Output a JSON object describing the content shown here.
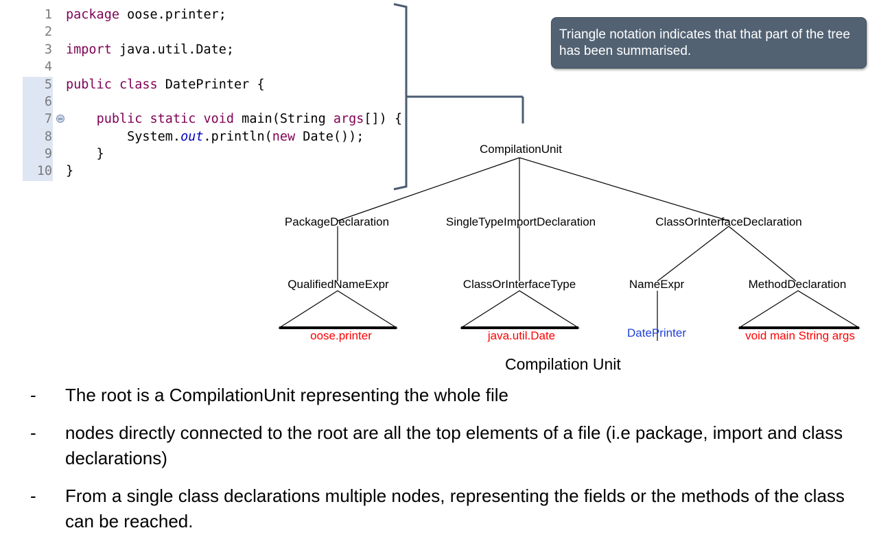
{
  "code": {
    "lines": [
      {
        "n": "1",
        "parts": [
          {
            "t": "package",
            "c": "kw"
          },
          {
            "t": " oose.printer;",
            "c": ""
          }
        ]
      },
      {
        "n": "2",
        "parts": []
      },
      {
        "n": "3",
        "parts": [
          {
            "t": "import",
            "c": "kw"
          },
          {
            "t": " java.util.Date;",
            "c": ""
          }
        ]
      },
      {
        "n": "4",
        "parts": []
      },
      {
        "n": "5",
        "parts": [
          {
            "t": "public class",
            "c": "kw"
          },
          {
            "t": " DatePrinter {",
            "c": ""
          }
        ]
      },
      {
        "n": "6",
        "parts": []
      },
      {
        "n": "7",
        "parts": [
          {
            "t": "    ",
            "c": ""
          },
          {
            "t": "public static void",
            "c": "kw"
          },
          {
            "t": " main(String ",
            "c": ""
          },
          {
            "t": "args",
            "c": "kw"
          },
          {
            "t": "[]) {",
            "c": ""
          }
        ]
      },
      {
        "n": "8",
        "parts": [
          {
            "t": "        System.",
            "c": ""
          },
          {
            "t": "out",
            "c": "it"
          },
          {
            "t": ".println(",
            "c": ""
          },
          {
            "t": "new",
            "c": "kw"
          },
          {
            "t": " Date());",
            "c": ""
          }
        ]
      },
      {
        "n": "9",
        "parts": [
          {
            "t": "    }",
            "c": ""
          }
        ]
      },
      {
        "n": "10",
        "parts": [
          {
            "t": "}",
            "c": ""
          }
        ]
      }
    ]
  },
  "callout": {
    "text": "Triangle notation indicates that that part of the tree has been summarised."
  },
  "tree": {
    "nodes": {
      "root": "CompilationUnit",
      "package_decl": "PackageDeclaration",
      "import_decl": "SingleTypeImportDeclaration",
      "class_decl": "ClassOrInterfaceDeclaration",
      "qualified_name": "QualifiedNameExpr",
      "class_type": "ClassOrInterfaceType",
      "name_expr": "NameExpr",
      "method_decl": "MethodDeclaration"
    },
    "leaves": {
      "oose_printer": "oose.printer",
      "java_util_date": "java.util.Date",
      "date_printer": "DatePrinter",
      "void_main": "void main String args"
    },
    "colors": {
      "summarised_leaf": "#ff0000",
      "name_leaf": "#1f3fd6",
      "node_text": "#000000"
    }
  },
  "caption": "Compilation Unit",
  "bullets": [
    {
      "dash": "-",
      "lead": "The root is a ",
      "bold": "CompilationUnit",
      "rest": " representing the whole file"
    },
    {
      "dash": "-",
      "lead": "nodes directly connected to the root are all the top elements of a file (i.e package, import and class declarations)",
      "bold": "",
      "rest": ""
    },
    {
      "dash": "-",
      "lead": "From a single class declarations multiple nodes, representing the fields or the methods of the class can be reached.",
      "bold": "",
      "rest": ""
    }
  ]
}
